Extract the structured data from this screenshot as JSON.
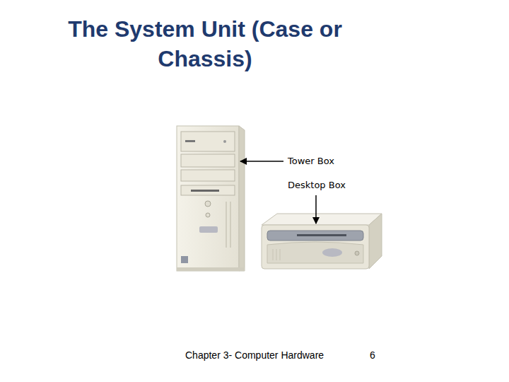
{
  "diagram": {
    "title": "The System Unit (Case or Chassis)",
    "labels": [
      "Tower Box",
      "Desktop Box",
      "Chapter 3- Computer Hardware",
      "6"
    ]
  }
}
